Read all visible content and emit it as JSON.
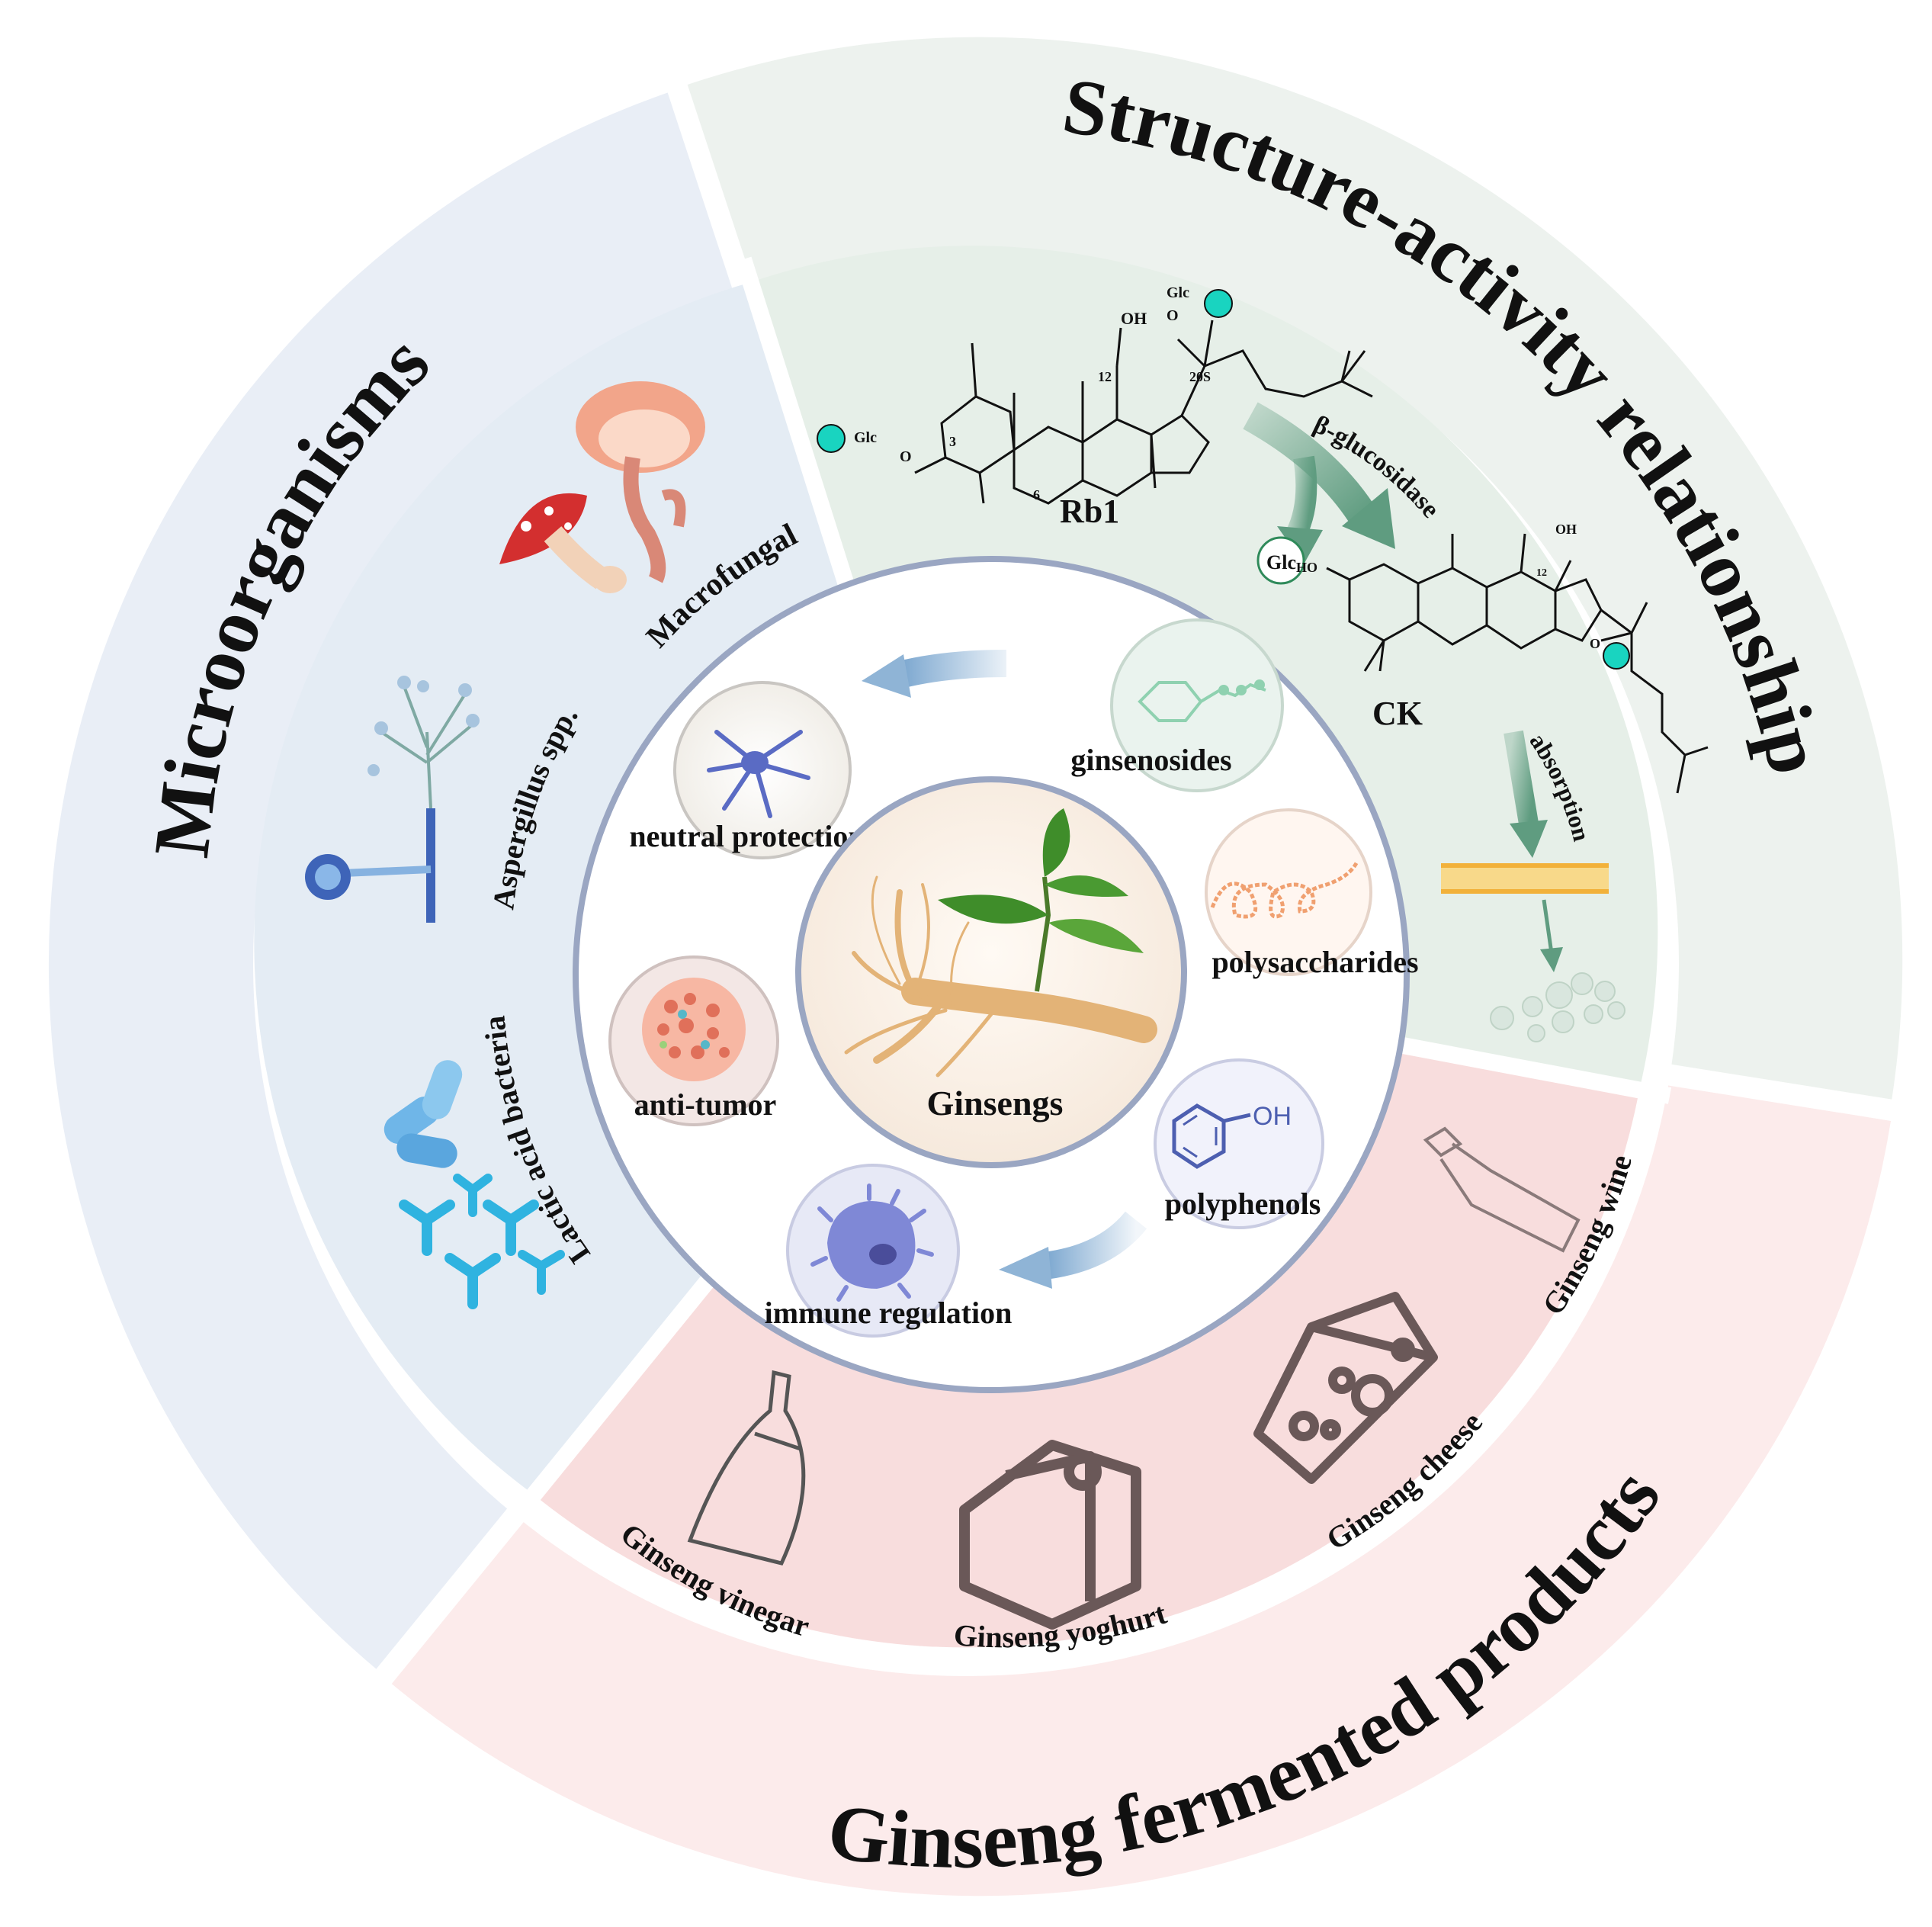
{
  "outer_ring": {
    "microorganisms": "Microorganisms",
    "structure_activity": "Structure-activity relationship",
    "fermented_products": "Ginseng fermented products"
  },
  "microbes": {
    "macrofungal": "Macrofungal",
    "aspergillus": "Aspergillus spp.",
    "lactic": "Lactic acid bacteria"
  },
  "structures": {
    "rb1": "Rb1",
    "ck": "CK",
    "enzyme": "β-glucosidase",
    "absorption": "absorption",
    "glc": "Glc",
    "oh": "OH",
    "ho": "HO",
    "o": "O",
    "c12": "12",
    "c20s": "20S",
    "c3": "3",
    "c6": "6"
  },
  "products": {
    "vinegar": "Ginseng vinegar",
    "yoghurt": "Ginseng yoghurt",
    "cheese": "Ginseng cheese",
    "wine": "Ginseng wine"
  },
  "components": {
    "ginsenosides": "ginsenosides",
    "polysaccharides": "polysaccharides",
    "polyphenols": "polyphenols",
    "polyphenol_oh": "OH"
  },
  "activities": {
    "neutral": "neutral protection",
    "antitumor": "anti-tumor",
    "immune": "immune regulation"
  },
  "center": {
    "label": "Ginsengs"
  },
  "colors": {
    "micro_outer": "#e9eef6",
    "micro_inner": "#e4ecf4",
    "sar_outer": "#edf2ee",
    "sar_inner": "#e6efe8",
    "prod_outer": "#fcebeb",
    "prod_inner": "#f8dddd",
    "ring_line": "#9aa6c2",
    "arrow_green": "#6fa58c",
    "arrow_blue": "#8fb4d6",
    "glc_teal": "#19d4c0",
    "membrane": "#f2b13a",
    "leaf": "#3f8d2a",
    "root": "#e3b377"
  }
}
